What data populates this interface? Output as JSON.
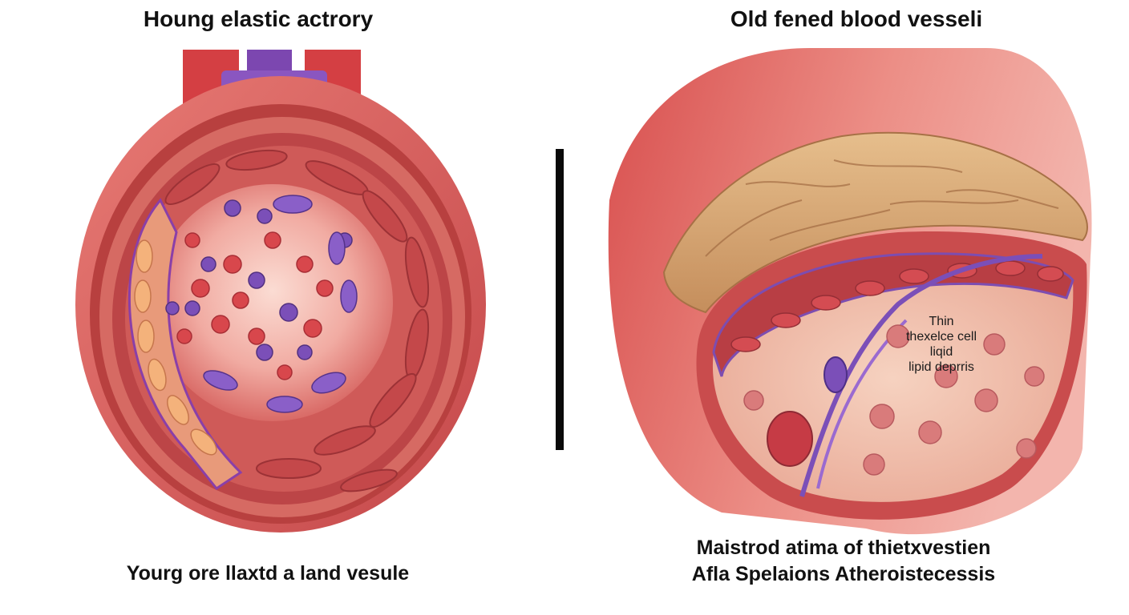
{
  "left_panel": {
    "title": "Houng elastic actrory",
    "caption": "Yourg ore llaxtd a land vesule"
  },
  "right_panel": {
    "title": "Old fened blood vesseli",
    "labels": [
      "Thin",
      "thexelce cell",
      "liqid",
      "lipid deprris"
    ],
    "caption_lines": [
      "Maistrod atima of thietxvestien",
      "Afla Spelaions Atheroistecessis"
    ]
  },
  "colors": {
    "vessel_outer": "#d9615f",
    "vessel_inner": "#c94a4c",
    "lumen": "#f2b8b0",
    "cell_red": "#d8474c",
    "cell_purple": "#7b4fb8",
    "plaque": "#d7a46f",
    "divider": "#0a0a0a"
  }
}
